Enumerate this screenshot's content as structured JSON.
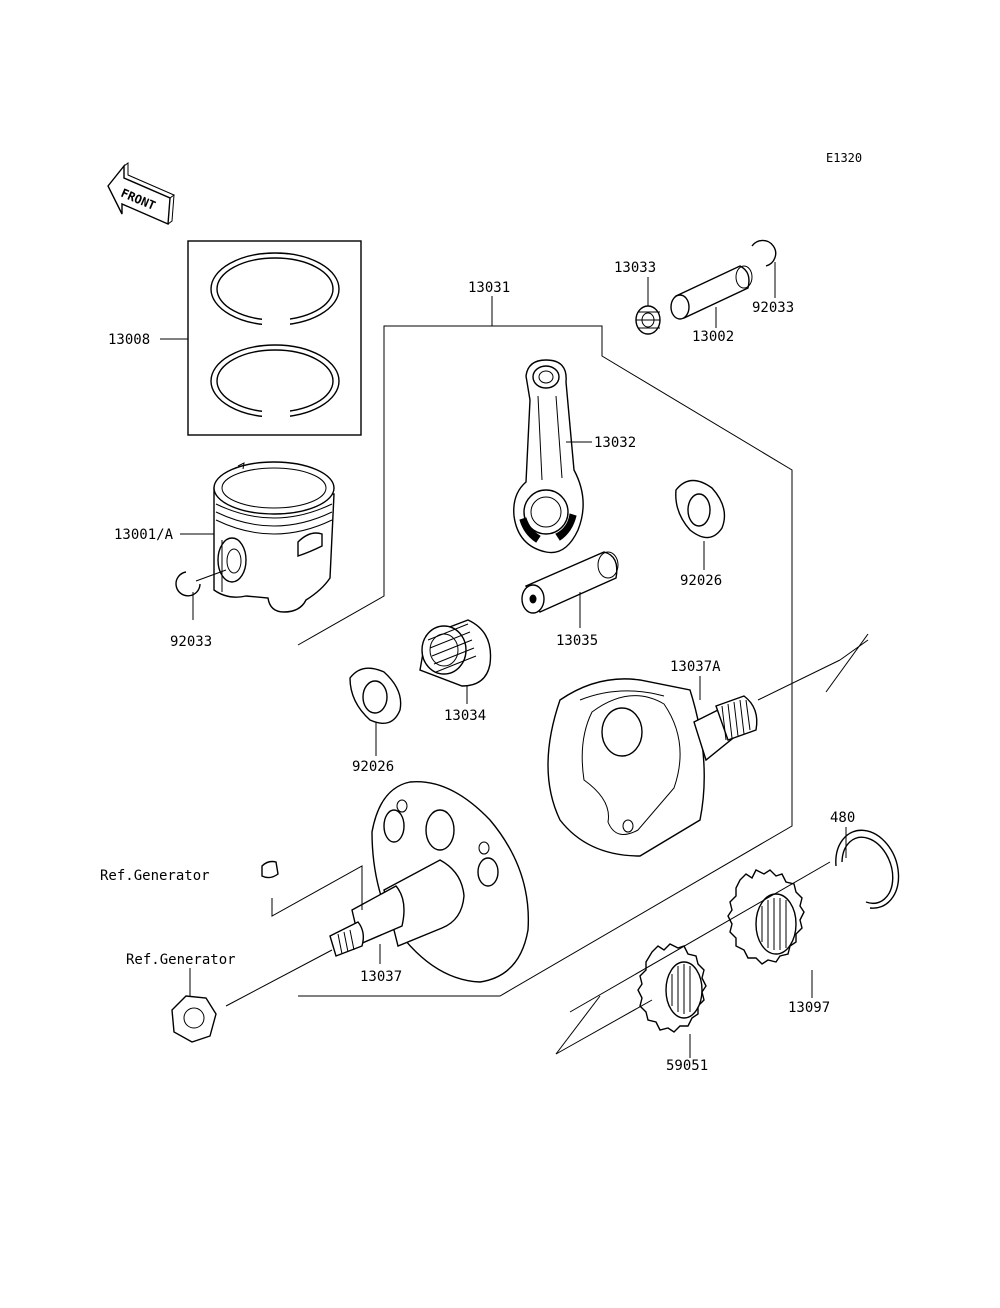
{
  "diagram": {
    "code": "E1320",
    "front_label": "FRONT",
    "parts": {
      "p13008": "13008",
      "p13031": "13031",
      "p13033": "13033",
      "p13002": "13002",
      "p92033_top": "92033",
      "p13032": "13032",
      "p13001A": "13001/A",
      "p92033_left": "92033",
      "p92026_right": "92026",
      "p13035": "13035",
      "p13034": "13034",
      "p13037A": "13037A",
      "p92026_left": "92026",
      "p480": "480",
      "ref_generator_1": "Ref.Generator",
      "ref_generator_2": "Ref.Generator",
      "p13037": "13037",
      "p13097": "13097",
      "p59051": "59051"
    }
  }
}
